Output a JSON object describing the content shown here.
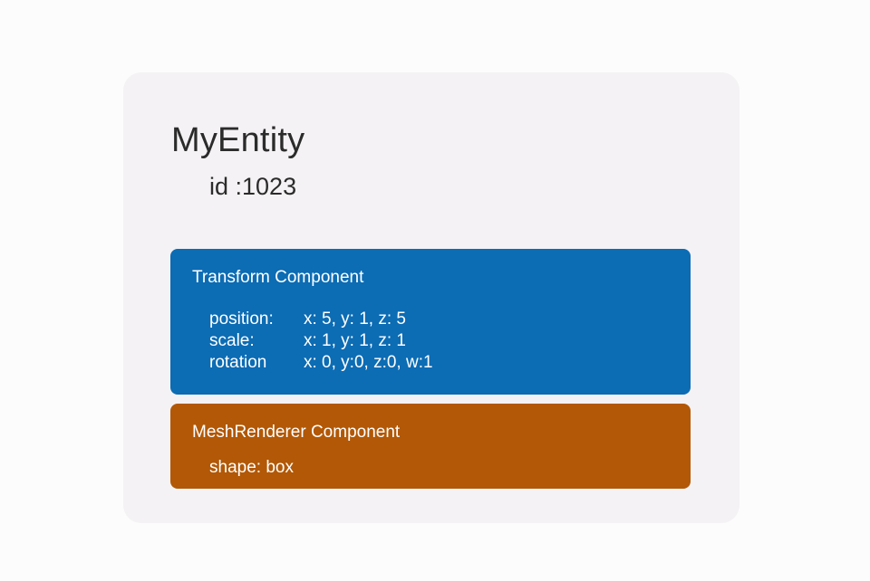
{
  "colors": {
    "page_background": "#fcfcfc",
    "panel_background": "#f4f2f4",
    "title_text": "#2b2b2b",
    "transform_card": "#0c6cb4",
    "meshrenderer_card": "#b25806",
    "card_text": "#ffffff"
  },
  "entity": {
    "name": "MyEntity",
    "id_label": "id :1023"
  },
  "components": [
    {
      "header": "Transform Component",
      "accent": "#0c6cb4",
      "properties": [
        {
          "key": "position:",
          "value": "x: 5, y: 1, z: 5"
        },
        {
          "key": "scale:",
          "value": "x: 1, y: 1, z: 1"
        },
        {
          "key": "rotation",
          "value": "x: 0, y:0, z:0, w:1"
        }
      ]
    },
    {
      "header": "MeshRenderer Component",
      "accent": "#b25806",
      "properties": [
        {
          "key": "shape: box",
          "value": ""
        }
      ]
    }
  ]
}
